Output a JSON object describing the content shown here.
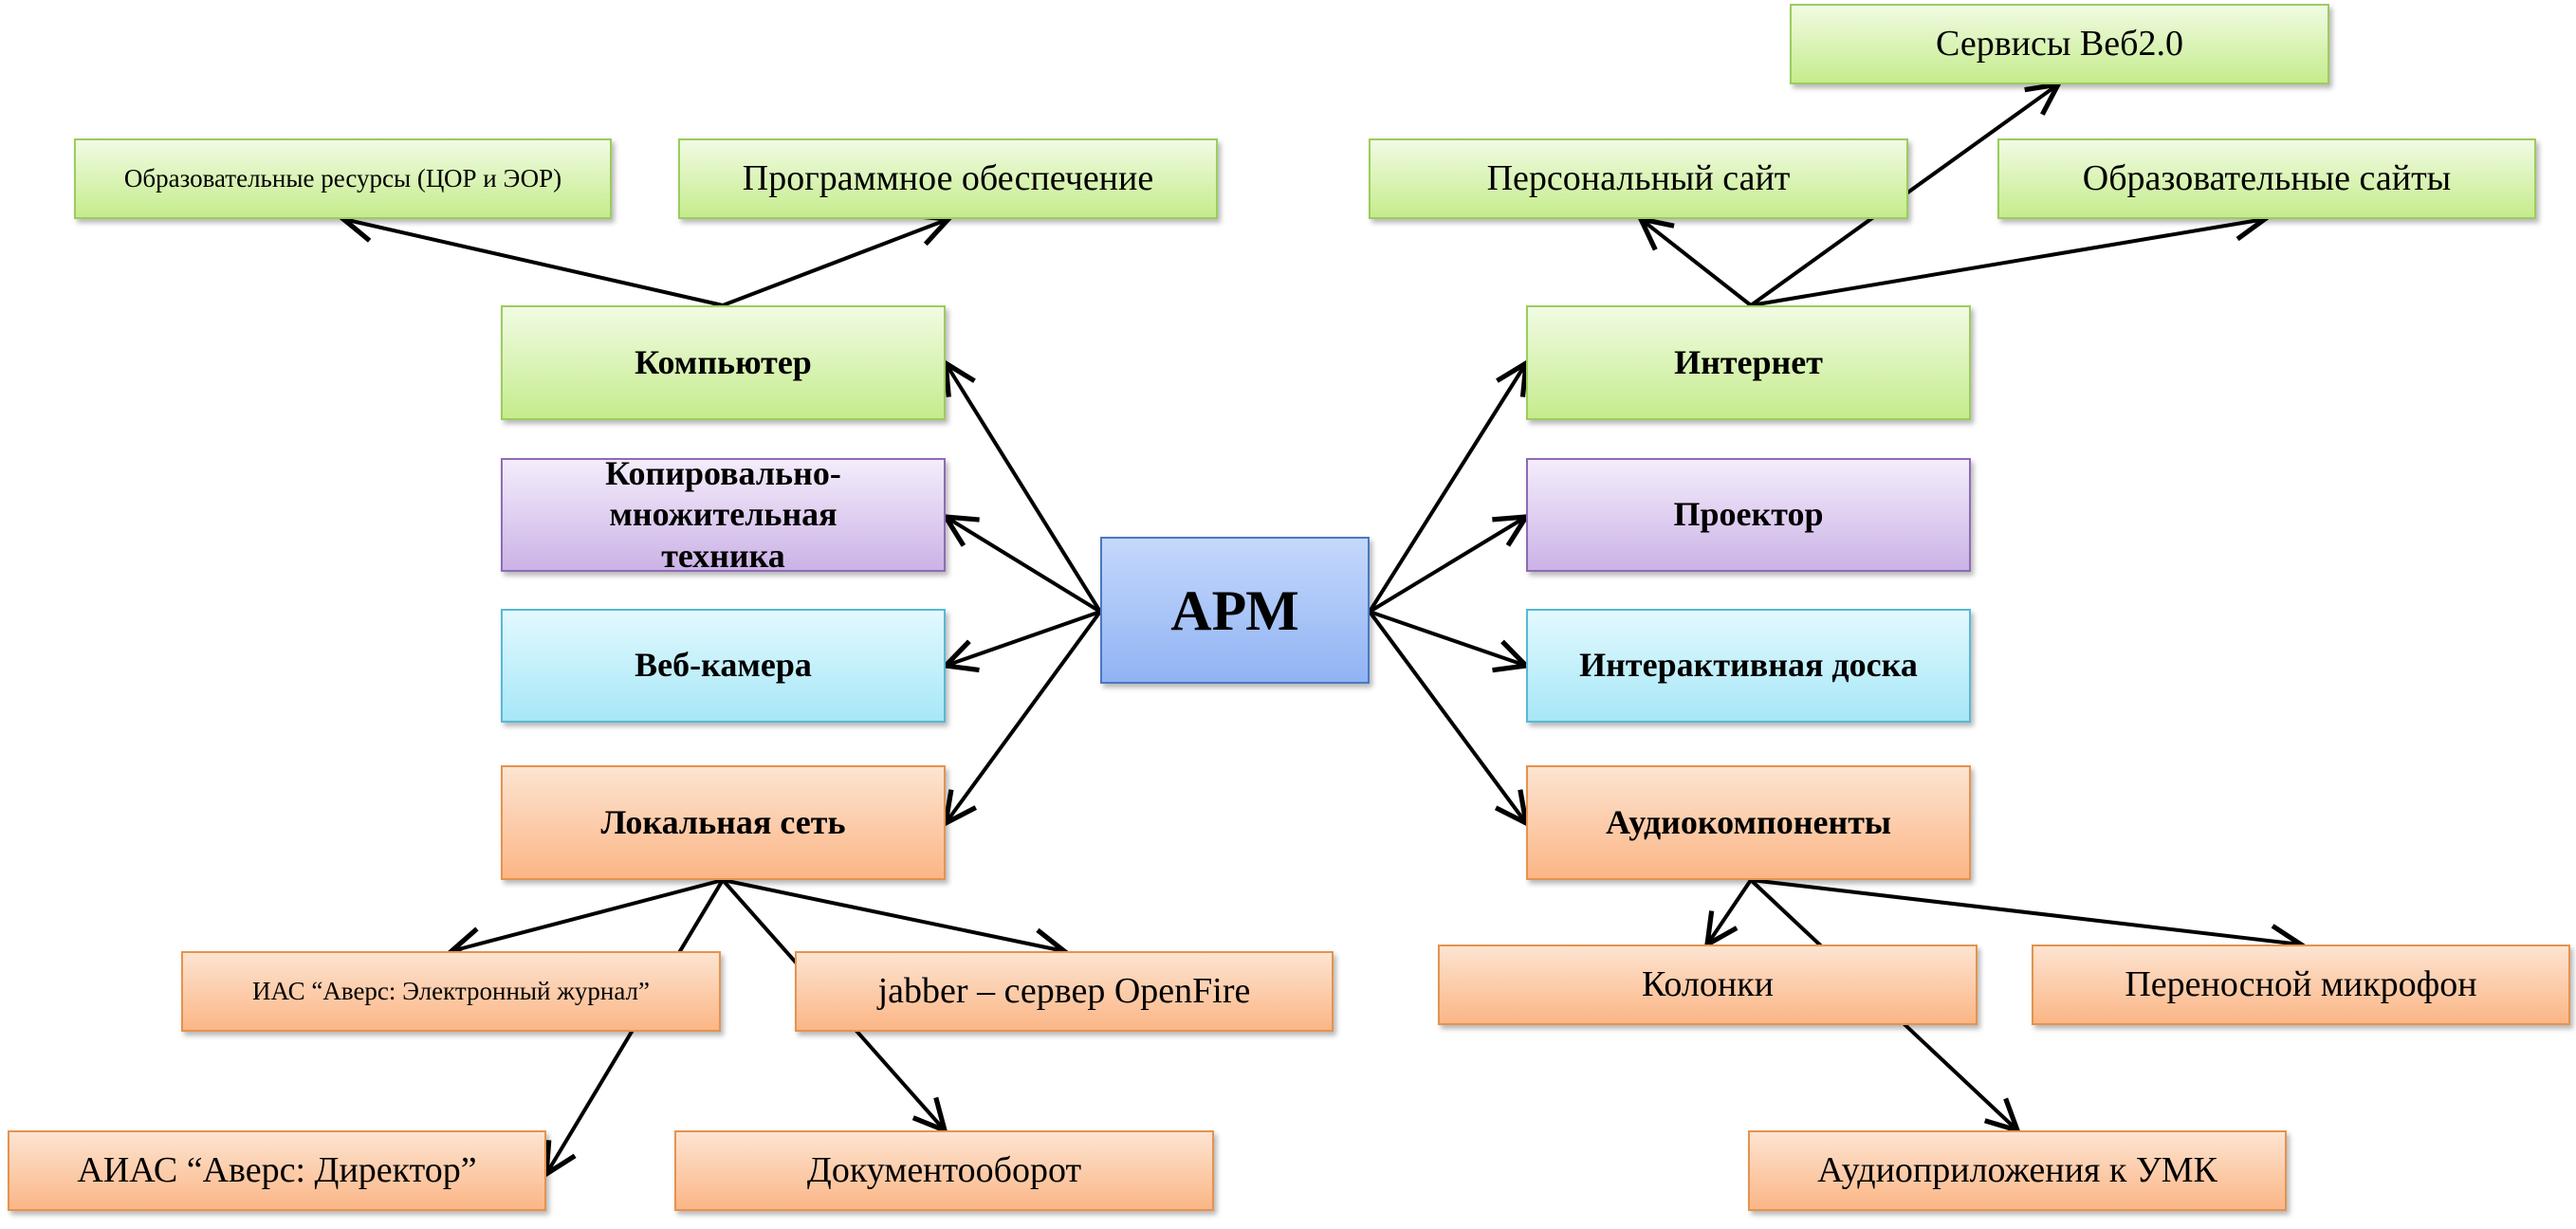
{
  "center": {
    "label": "АРМ"
  },
  "left": {
    "computer": "Компьютер",
    "copier": "Копировально-множительная техника",
    "webcam": "Веб-камера",
    "lan": "Локальная сеть"
  },
  "right": {
    "internet": "Интернет",
    "projector": "Проектор",
    "board": "Интерактивная доска",
    "audio": "Аудиокомпоненты"
  },
  "computer_children": {
    "edures": "Образовательные ресурсы (ЦОР и ЭОР)",
    "software": "Программное обеспечение"
  },
  "internet_children": {
    "personal": "Персональный сайт",
    "web20": "Сервисы Веб2.0",
    "eduSites": "Образовательные сайты"
  },
  "lan_children": {
    "ias": "ИАС “Аверс: Электронный журнал”",
    "jabber": "jabber – сервер OpenFire",
    "aiias": "АИАС “Аверс: Директор”",
    "docflow": "Документооборот"
  },
  "audio_children": {
    "speakers": "Колонки",
    "mic": "Переносной микрофон",
    "audioapp": "Аудиоприложения к УМК"
  }
}
